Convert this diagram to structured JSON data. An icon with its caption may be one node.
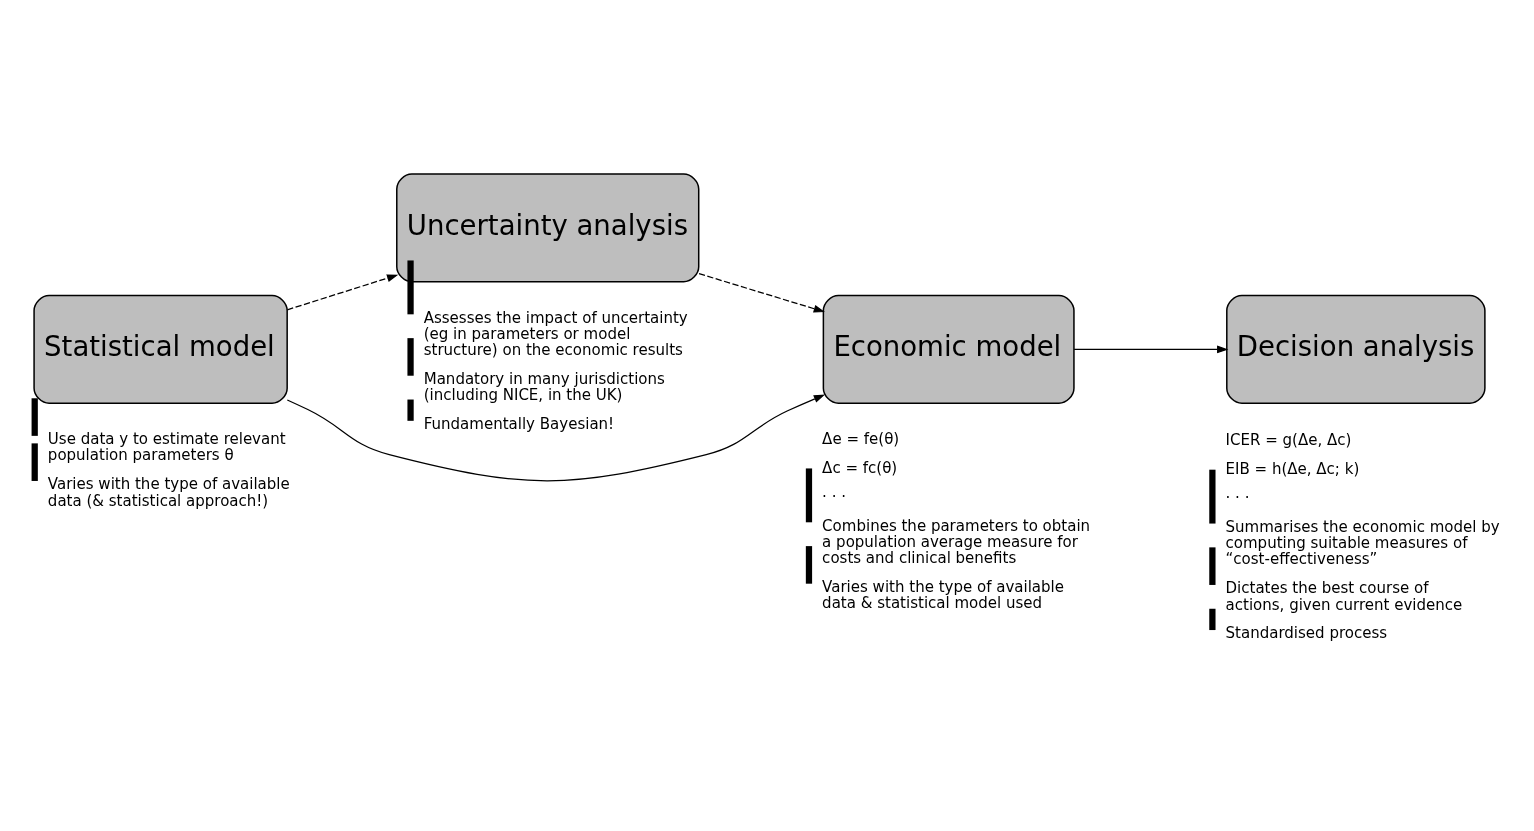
{
  "diagram": {
    "nodes": [
      {
        "text": [
          "Uncertainty analysis"
        ],
        "beside": [
          "Assesses the impact of uncertainty (eg in parameters or model structure) on the economic results",
          "Mandatory in many jurisdictions (including NICE, in the UK)",
          "Fundamentally Bayesian!"
        ]
      },
      {
        "text": [
          "Statistical model"
        ],
        "beside": [
          "Use data y to estimate relevant population parameters θ",
          "Varies with the type of available data (& statistical approach!)"
        ]
      },
      {
        "text": [
          "Economic model"
        ],
        "beside": [
          "Δe = fe(θ)",
          "Δc = fc(θ)",
          "· · ·",
          "Combines the parameters to obtain a population average measure for costs and clinical benefits",
          "Varies with the type of available data & statistical model used"
        ]
      },
      {
        "text": [
          "Decision analysis"
        ],
        "beside": [
          "ICER = g(Δe, Δc)",
          "EIB = h(Δe, Δc; k)",
          "· · ·",
          "Summarises the economic model by computing suitable measures of “cost-effectiveness”",
          "Dictates the best course of actions, given current evidence",
          "Standardised process"
        ]
      }
    ],
    "edges": [
      {
        "from": 1,
        "to": 0,
        "arrow": "to",
        "style": "dashed"
      },
      {
        "from": 0,
        "to": 2,
        "arrow": "to",
        "style": "dashed"
      },
      {
        "from": 1,
        "to": 2,
        "arrow": "to"
      },
      {
        "from": 2,
        "to": 3,
        "arrow": "to"
      }
    ]
  }
}
